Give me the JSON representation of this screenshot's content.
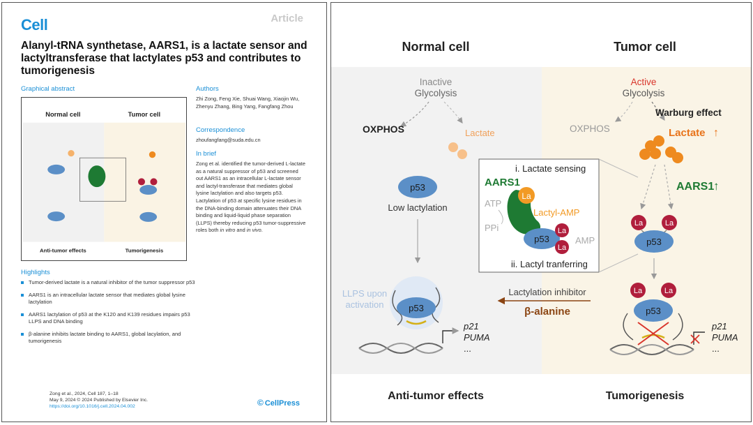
{
  "page": {
    "journal_logo": "Cell",
    "article_type": "Article",
    "title": "Alanyl-tRNA synthetase, AARS1, is a lactate sensor and lactyltransferase that lactylates p53 and contributes to tumorigenesis",
    "graphical_abstract_heading": "Graphical abstract",
    "authors_heading": "Authors",
    "authors": "Zhi Zong, Feng Xie, Shuai Wang, Xiaojin Wu, Zhenyu Zhang, Bing Yang, Fangfang Zhou",
    "correspondence_heading": "Correspondence",
    "correspondence_email": "zhoufangfang@suda.edu.cn",
    "in_brief_heading": "In brief",
    "in_brief_text": "Zong et al. identified the tumor-derived L-lactate as a natural suppressor of p53 and screened out AARS1 as an intracellular L-lactate sensor and lactyl-transferase that mediates global lysine lactylation and also targets p53. Lactylation of p53 at specific lysine residues in the DNA-binding domain attenuates their DNA binding and liquid-liquid phase separation (LLPS) thereby reducing p53 tumor-suppressive roles both",
    "in_brief_tail_1": "in vitro",
    "in_brief_tail_and": " and ",
    "in_brief_tail_2": "in vivo",
    "in_brief_tail_end": ".",
    "highlights_heading": "Highlights",
    "highlights": [
      "Tumor-derived lactate is a natural inhibitor of the tumor suppressor p53",
      "AARS1 is an intracellular lactate sensor that mediates global lysine lactylation",
      "AARS1 lactylation of p53 at the K120 and K139 residues impairs p53 LLPS and DNA binding",
      "β-alanine inhibits lactate binding to AARS1, global lacylation, and tumorigenesis"
    ],
    "citation_line": "Zong et al., 2024, Cell 187, 1–18",
    "date_line": "May 9, 2024 © 2024 Published by Elsevier Inc.",
    "doi": "https://doi.org/10.1016/j.cell.2024.04.002",
    "publisher": "CellPress"
  },
  "figure": {
    "normal_cell": "Normal cell",
    "tumor_cell": "Tumor cell",
    "inactive": "Inactive",
    "active": "Active",
    "glycolysis": "Glycolysis",
    "oxphos": "OXPHOS",
    "lactate": "Lactate",
    "warburg": "Warburg effect",
    "p53": "p53",
    "low_lactylation": "Low lactylation",
    "lactate_sensing": "i. Lactate sensing",
    "lactyl_transferring": "ii. Lactyl tranferring",
    "aars1": "AARS1",
    "atp": "ATP",
    "ppi": "PPi",
    "la": "La",
    "lactyl_amp": "Lactyl-AMP",
    "amp": "AMP",
    "aars1_up": "AARS1",
    "up_arrow": "↑",
    "llps_upon": "LLPS upon",
    "activation": "activation",
    "lactylation_inhibitor": "Lactylation inhibitor",
    "beta_alanine": "β-alanine",
    "p21": "p21",
    "puma": "PUMA",
    "ellipsis": "...",
    "anti_tumor": "Anti-tumor effects",
    "tumorigenesis": "Tumorigenesis",
    "colors": {
      "green": "#1e7a33",
      "orange": "#e8731a",
      "red": "#d9352b",
      "p53_blue": "#5b8fc7",
      "la_red": "#b01e3c",
      "brown": "#8b4513"
    }
  }
}
